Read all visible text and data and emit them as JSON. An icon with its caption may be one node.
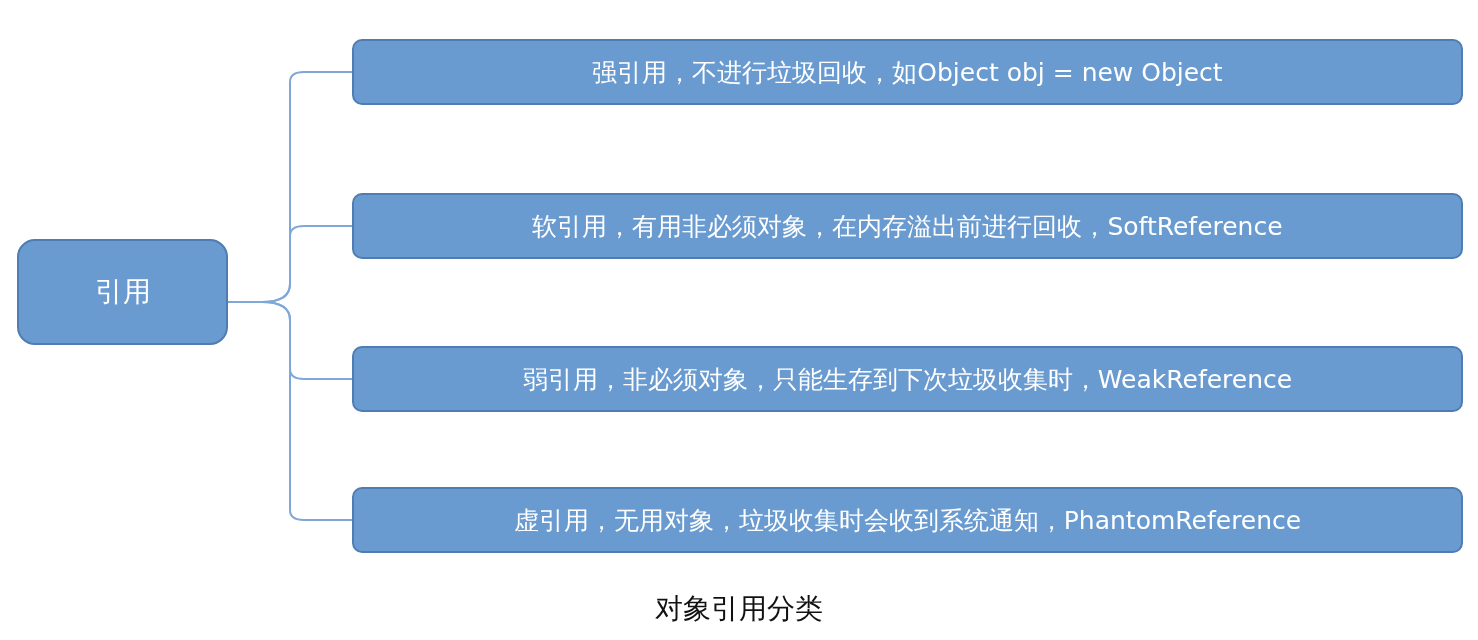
{
  "diagram": {
    "caption": "对象引用分类",
    "nodes": [
      {
        "text": [
          "引用"
        ]
      },
      {
        "text": [
          "强引用，不进行垃圾回收，如Object obj = new Object"
        ]
      },
      {
        "text": [
          "软引用，有用非必须对象，在内存溢出前进行回收，SoftReference"
        ]
      },
      {
        "text": [
          "弱引用，非必须对象，只能生存到下次垃圾收集时，WeakReference"
        ]
      },
      {
        "text": [
          "虚引用，无用对象，垃圾收集时会收到系统通知，PhantomReference"
        ]
      }
    ],
    "edges": [
      {
        "from": 0,
        "to": 1,
        "arrow": "none"
      },
      {
        "from": 0,
        "to": 2,
        "arrow": "none"
      },
      {
        "from": 0,
        "to": 3,
        "arrow": "none"
      },
      {
        "from": 0,
        "to": 4,
        "arrow": "none"
      }
    ]
  }
}
